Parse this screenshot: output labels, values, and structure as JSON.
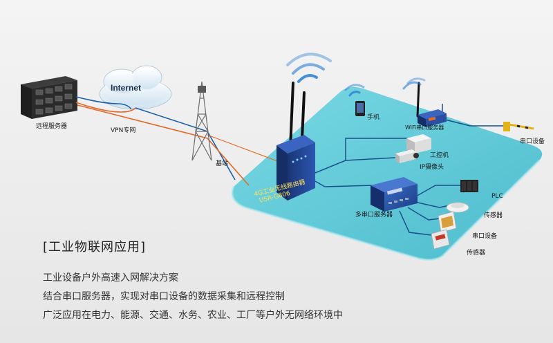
{
  "diagram": {
    "internet_label": "Internet",
    "vpn_label": "VPN专网",
    "remote_server_label": "远程服务器",
    "base_station_label": "基站",
    "router_label_line1": "4G工业无线路由器",
    "router_label_line2": "USR-G806",
    "phone_label": "手机",
    "wifi_server_label": "WiFi串口服务器",
    "serial_device_right_label": "串口设备",
    "industrial_pc_label": "工控机",
    "ip_camera_label": "IP摄像头",
    "multi_serial_server_label": "多串口服务器",
    "plc_label": "PLC",
    "sensor_label_1": "传感器",
    "serial_device_label_2": "串口设备",
    "sensor_label_2": "传感器",
    "colors": {
      "platform": "#4ec6d6",
      "wired_link": "#1a5fa8",
      "vpn_link": "#e36a2a",
      "router_body": "#1e3f8a",
      "wifi_waves": "#2a7fd0"
    }
  },
  "text": {
    "heading": "[工业物联网应用]",
    "line1": "工业设备户外高速入网解决方案",
    "line2": "结合串口服务器，实现对串口设备的数据采集和远程控制",
    "line3": "广泛应用在电力、能源、交通、水务、农业、工厂等户外无网络环境中"
  }
}
